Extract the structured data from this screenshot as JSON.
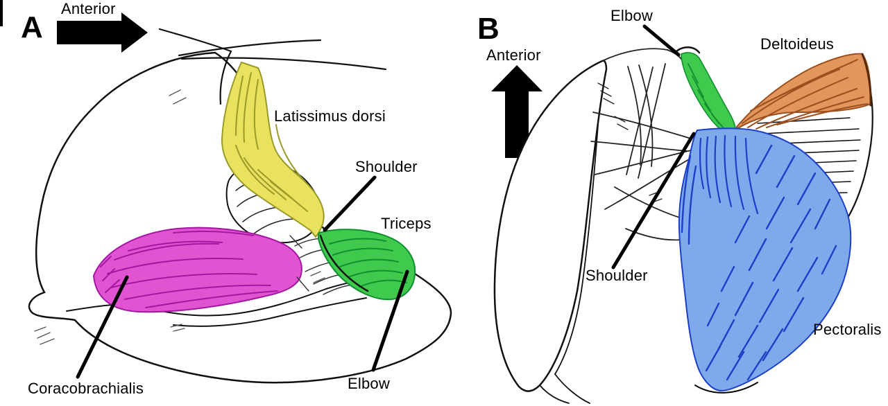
{
  "figure": {
    "panels": [
      {
        "id": "A",
        "letter": "A",
        "direction_label": "Anterior",
        "arrow_direction": "right",
        "labels": {
          "latissimus": "Latissimus dorsi",
          "shoulder": "Shoulder",
          "triceps": "Triceps",
          "coracobrachialis": "Coracobrachialis",
          "elbow": "Elbow"
        }
      },
      {
        "id": "B",
        "letter": "B",
        "direction_label": "Anterior",
        "arrow_direction": "up",
        "labels": {
          "elbow": "Elbow",
          "deltoideus": "Deltoideus",
          "shoulder": "Shoulder",
          "pectoralis": "Pectoralis"
        }
      }
    ],
    "colors": {
      "ink": "#000000",
      "latissimus_dorsi": "#e8e25f",
      "latissimus_dark": "#9a9a28",
      "coracobrachialis": "#e054d2",
      "coracobrachialis_dark": "#a316a0",
      "triceps": "#3fc94d",
      "triceps_dark": "#0f8f2e",
      "deltoideus": "#e1965c",
      "deltoideus_dark": "#9c4f1e",
      "pectoralis": "#7ea9ea",
      "pectoralis_dark": "#1c3fc8"
    }
  }
}
